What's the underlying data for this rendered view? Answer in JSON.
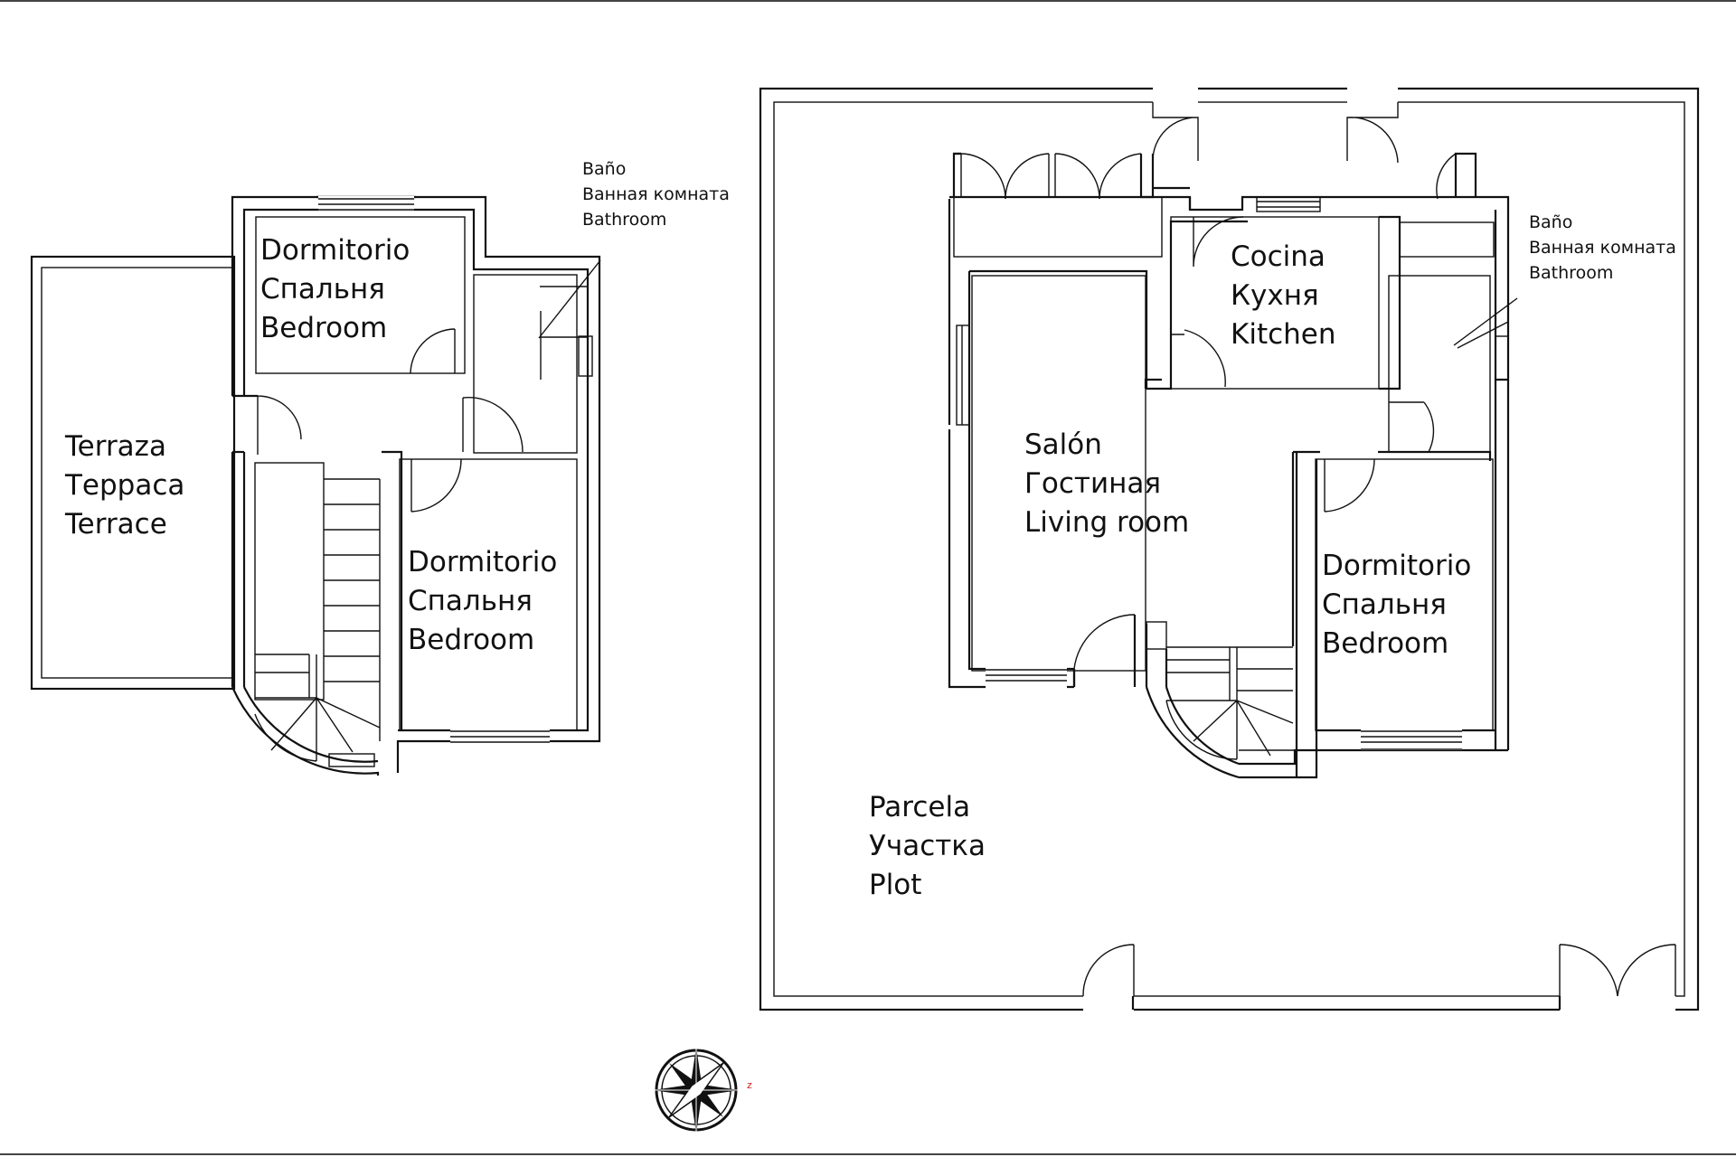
{
  "upper_floor": {
    "bedroom_top": [
      "Dormitorio",
      "Спальня",
      "Bedroom"
    ],
    "bedroom_bottom": [
      "Dormitorio",
      "Спальня",
      "Bedroom"
    ],
    "terrace": [
      "Terraza",
      "Терраса",
      "Terrace"
    ],
    "bathroom": [
      "Baño",
      "Ванная комната",
      "Bathroom"
    ]
  },
  "ground_floor": {
    "kitchen": [
      "Cocina",
      "Кухня",
      "Kitchen"
    ],
    "living_room": [
      "Salón",
      "Гостиная",
      "Living room"
    ],
    "bedroom": [
      "Dormitorio",
      "Спальня",
      "Bedroom"
    ],
    "bathroom": [
      "Baño",
      "Ванная комната",
      "Bathroom"
    ],
    "plot": [
      "Parcela",
      "Участка",
      "Plot"
    ]
  },
  "compass": {
    "marker": "z"
  },
  "colors": {
    "line": "#111111",
    "background": "#ffffff"
  }
}
